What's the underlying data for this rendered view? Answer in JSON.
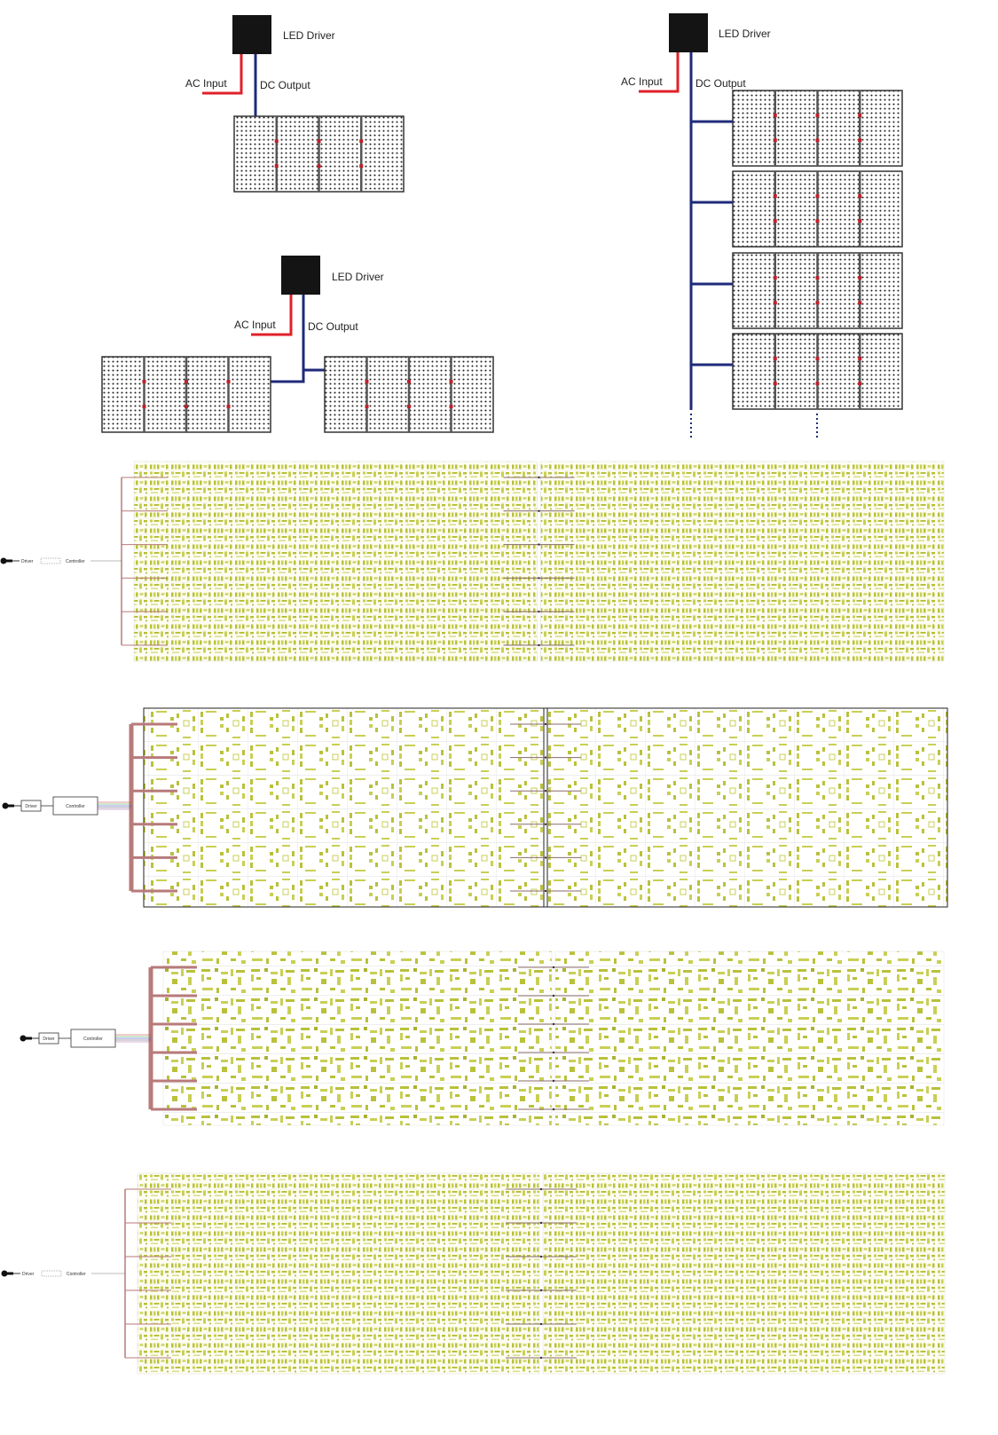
{
  "labels": {
    "led_driver": "LED Driver",
    "ac_input": "AC Input",
    "dc_output": "DC Output",
    "driver": "Driver",
    "controller": "Controller"
  },
  "colors": {
    "ac_wire": "#e0202a",
    "dc_wire": "#1f2a7a",
    "driver_box": "#141414",
    "panel_frame": "#333333",
    "panel_dot": "#222222",
    "panel_marker": "#c0202a",
    "pcb_led": "#b9c13b",
    "pcb_led_light": "#d9dd88",
    "wire_bundle": "#b87a7a"
  },
  "icons": {
    "plug": "plug-icon",
    "connector": "connector-icon"
  }
}
